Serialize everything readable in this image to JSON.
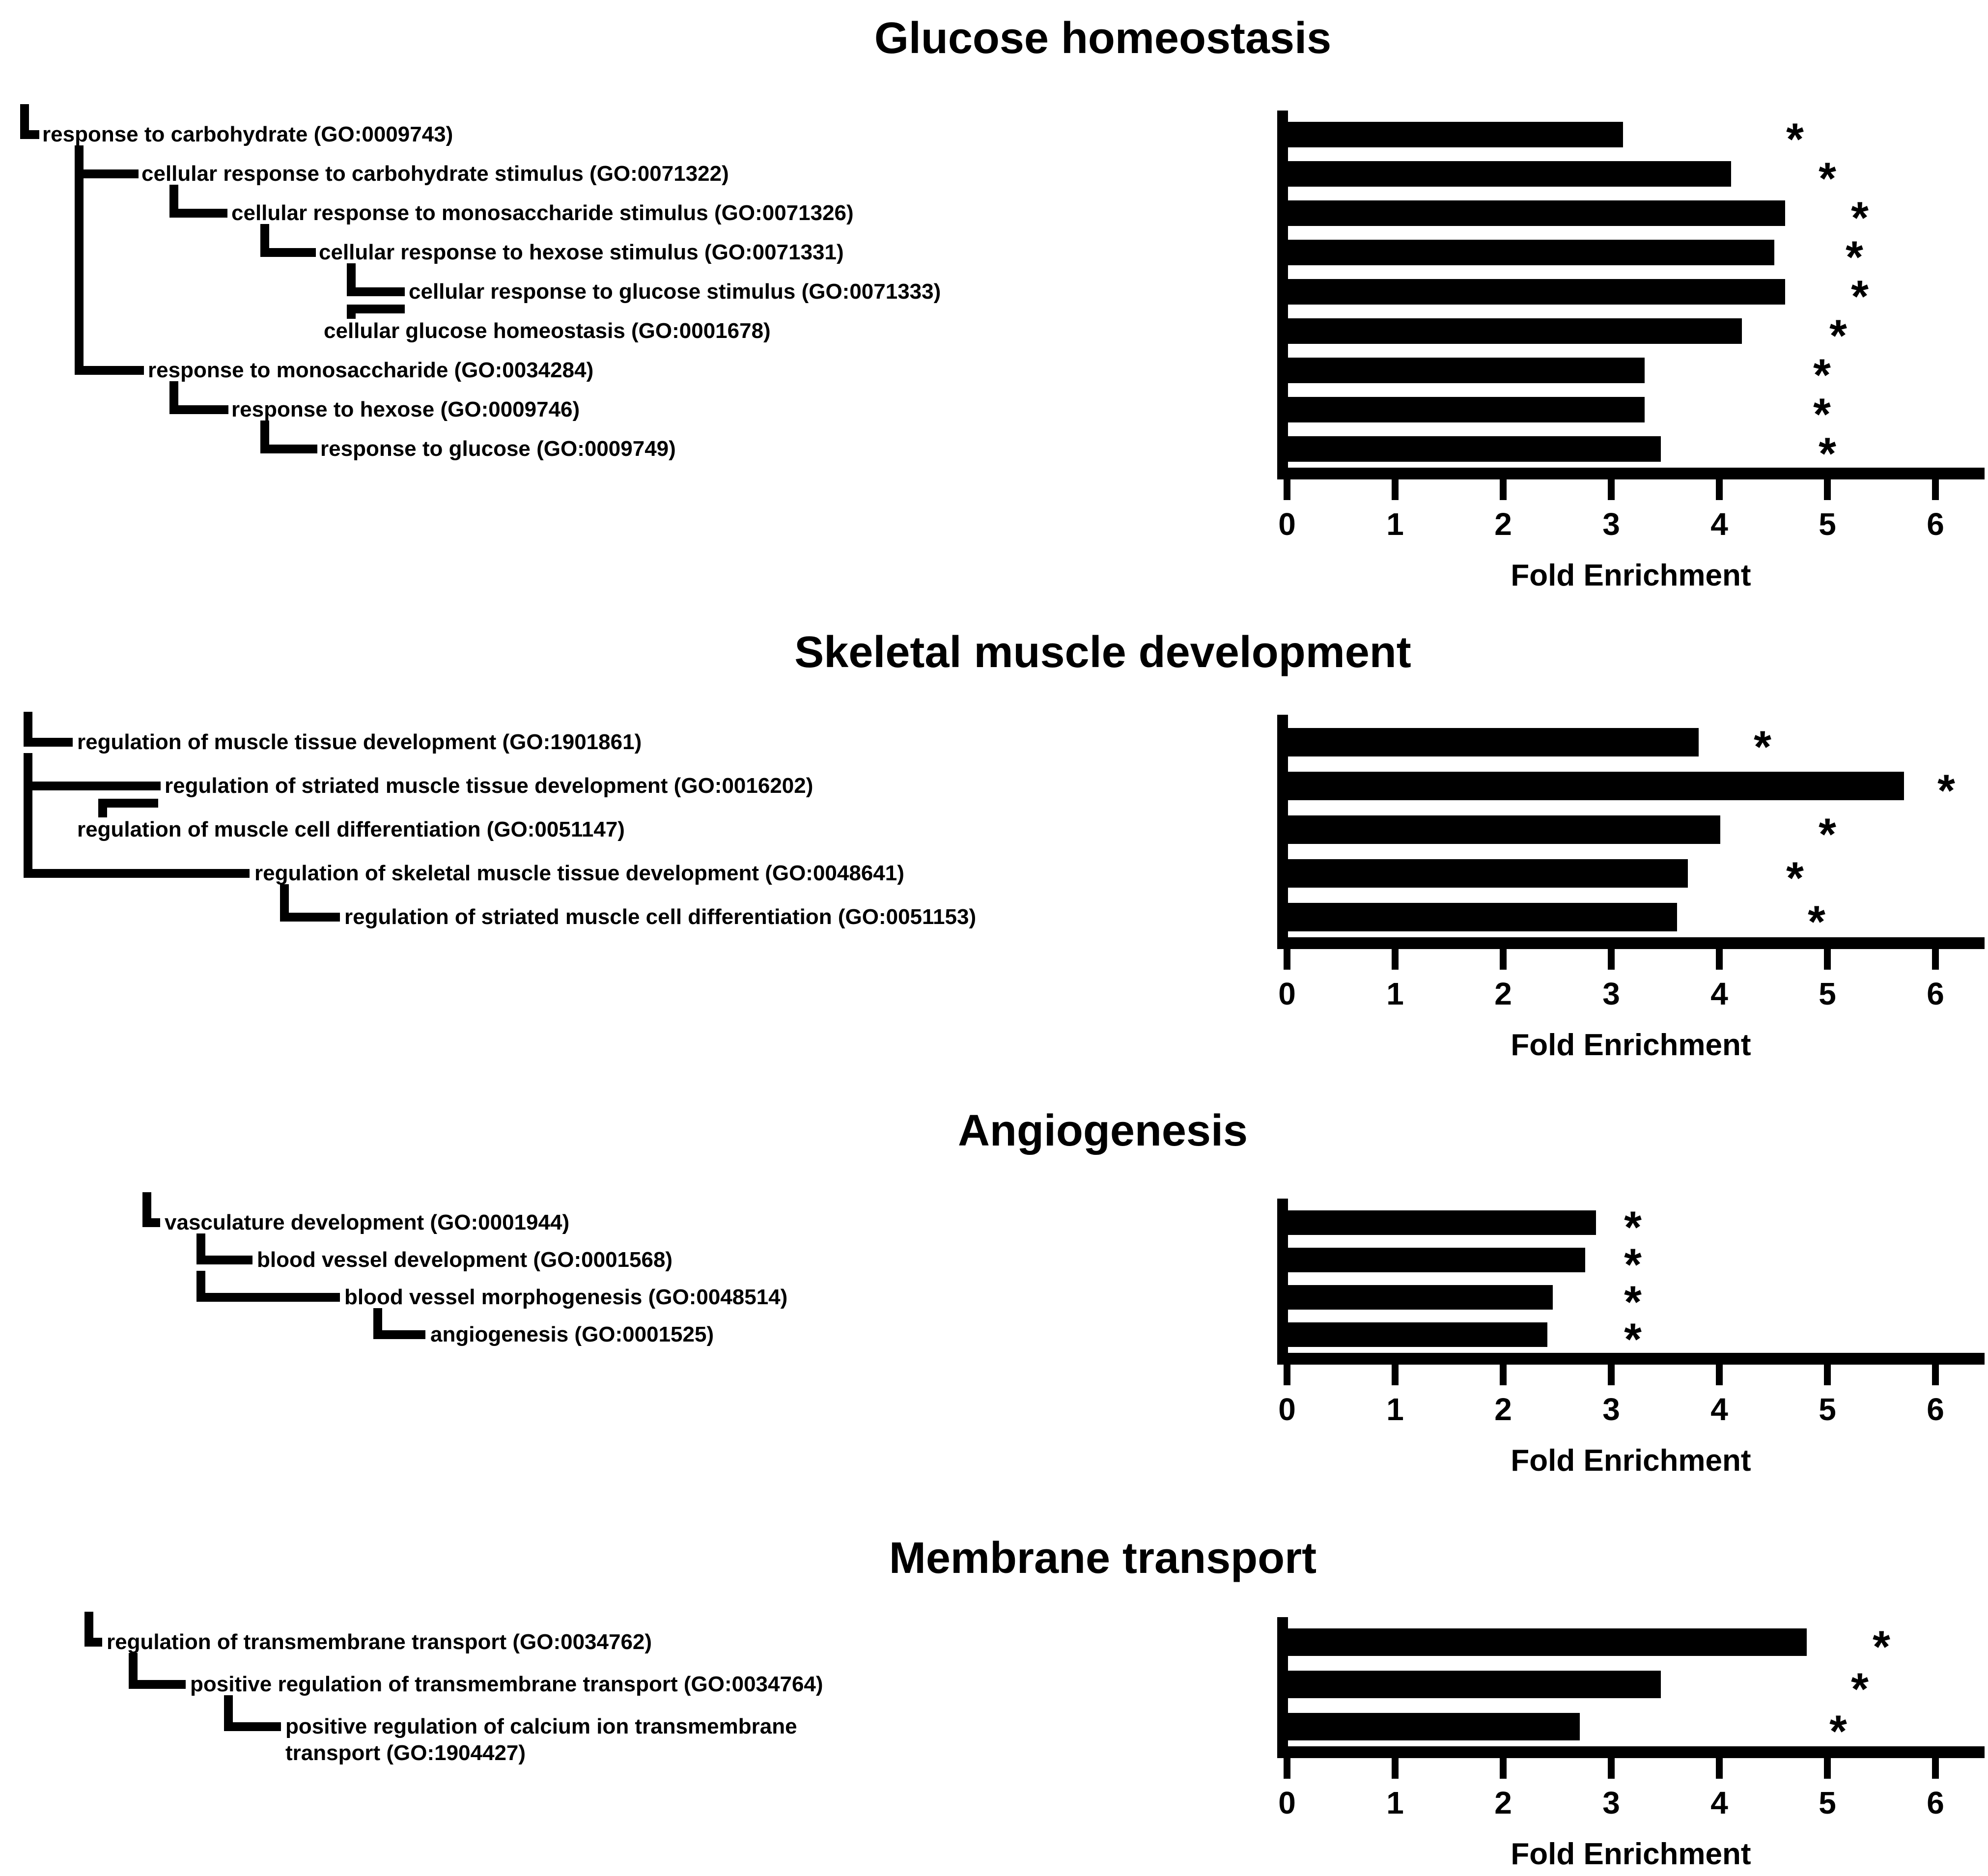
{
  "figure": {
    "background_color": "#ffffff",
    "ink_color": "#000000",
    "significance_marker": "*"
  },
  "chart_data": [
    {
      "type": "bar",
      "orientation": "horizontal",
      "title": "Glucose homeostasis",
      "xlabel": "Fold Enrichment",
      "xlim": [
        0,
        6.5
      ],
      "xticks": [
        0,
        1,
        2,
        3,
        4,
        5,
        6
      ],
      "grid": false,
      "bar_color": "#000000",
      "categories": [
        "response to carbohydrate (GO:0009743)",
        "cellular response to carbohydrate stimulus (GO:0071322)",
        "cellular response to monosaccharide stimulus (GO:0071326)",
        "cellular response to hexose stimulus (GO:0071331)",
        "cellular response to glucose stimulus (GO:0071333)",
        "cellular glucose homeostasis (GO:0001678)",
        "response to monosaccharide (GO:0034284)",
        "response to hexose (GO:0009746)",
        "response to glucose (GO:0009749)"
      ],
      "values": [
        3.1,
        4.1,
        4.6,
        4.5,
        4.6,
        4.2,
        3.3,
        3.3,
        3.45
      ],
      "significance": [
        "*",
        "*",
        "*",
        "*",
        "*",
        "*",
        "*",
        "*",
        "*"
      ],
      "sig_x": [
        4.7,
        5.0,
        5.3,
        5.25,
        5.3,
        5.1,
        4.95,
        4.95,
        5.0
      ],
      "tree": {
        "label_x": [
          86,
          288,
          471,
          649,
          832,
          659,
          301,
          471,
          652
        ],
        "links": [
          {
            "from": "root",
            "to": 0,
            "vx": 41,
            "hx2": 80
          },
          {
            "from": 0,
            "to": 1,
            "vx": 152,
            "hx2": 282
          },
          {
            "from": 1,
            "to": 2,
            "vx": 345,
            "hx2": 463
          },
          {
            "from": 2,
            "to": 3,
            "vx": 530,
            "hx2": 643
          },
          {
            "from": 3,
            "to": 4,
            "vx": 706,
            "hx2": 824
          },
          {
            "type": "up",
            "parent": 4,
            "child": 5,
            "vx": 706,
            "stub_x2": 824
          },
          {
            "from": 0,
            "to": 6,
            "vx": 152,
            "hx2": 293
          },
          {
            "from": 6,
            "to": 7,
            "vx": 345,
            "hx2": 465
          },
          {
            "from": 7,
            "to": 8,
            "vx": 530,
            "hx2": 646
          }
        ]
      }
    },
    {
      "type": "bar",
      "orientation": "horizontal",
      "title": "Skeletal muscle development",
      "xlabel": "Fold Enrichment",
      "xlim": [
        0,
        6.5
      ],
      "xticks": [
        0,
        1,
        2,
        3,
        4,
        5,
        6
      ],
      "grid": false,
      "bar_color": "#000000",
      "categories": [
        "regulation of muscle tissue development (GO:1901861)",
        "regulation of striated muscle tissue development (GO:0016202)",
        "regulation of muscle cell differentiation (GO:0051147)",
        "regulation of skeletal muscle tissue development (GO:0048641)",
        "regulation of striated muscle cell differentiation (GO:0051153)"
      ],
      "values": [
        3.8,
        5.7,
        4.0,
        3.7,
        3.6
      ],
      "significance": [
        "*",
        "*",
        "*",
        "*",
        "*"
      ],
      "sig_x": [
        4.4,
        6.1,
        5.0,
        4.7,
        4.9
      ],
      "tree": {
        "label_x": [
          157,
          335,
          157,
          518,
          701
        ],
        "links": [
          {
            "from": "root",
            "to": 0,
            "vx": 48,
            "hx2": 148
          },
          {
            "from": 0,
            "to": 1,
            "vx": 48,
            "hx2": 327
          },
          {
            "from": 0,
            "to": 3,
            "vx": 48,
            "hx2": 508
          },
          {
            "type": "up",
            "parent": 1,
            "child": 2,
            "vx": 200,
            "stub_x2": 322
          },
          {
            "from": 3,
            "to": 4,
            "vx": 570,
            "hx2": 692
          }
        ]
      }
    },
    {
      "type": "bar",
      "orientation": "horizontal",
      "title": "Angiogenesis",
      "xlabel": "Fold Enrichment",
      "xlim": [
        0,
        6.5
      ],
      "xticks": [
        0,
        1,
        2,
        3,
        4,
        5,
        6
      ],
      "grid": false,
      "bar_color": "#000000",
      "categories": [
        "vasculature development (GO:0001944)",
        "blood vessel development (GO:0001568)",
        "blood vessel morphogenesis (GO:0048514)",
        "angiogenesis (GO:0001525)"
      ],
      "values": [
        2.85,
        2.75,
        2.45,
        2.4
      ],
      "significance": [
        "*",
        "*",
        "*",
        "*"
      ],
      "sig_x": [
        3.2,
        3.2,
        3.2,
        3.2
      ],
      "tree": {
        "label_x": [
          335,
          523,
          701,
          876
        ],
        "links": [
          {
            "from": "root",
            "to": 0,
            "vx": 290,
            "hx2": 326
          },
          {
            "from": 0,
            "to": 1,
            "vx": 400,
            "hx2": 514
          },
          {
            "from": 1,
            "to": 2,
            "vx": 400,
            "hx2": 692
          },
          {
            "from": 2,
            "to": 3,
            "vx": 760,
            "hx2": 866
          }
        ]
      }
    },
    {
      "type": "bar",
      "orientation": "horizontal",
      "title": "Membrane transport",
      "xlabel": "Fold Enrichment",
      "xlim": [
        0,
        6.5
      ],
      "xticks": [
        0,
        1,
        2,
        3,
        4,
        5,
        6
      ],
      "grid": false,
      "bar_color": "#000000",
      "categories": [
        "regulation of transmembrane transport (GO:0034762)",
        "positive regulation of transmembrane transport (GO:0034764)",
        "positive regulation of calcium ion transmembrane transport (GO:1904427)"
      ],
      "display_lines": [
        [
          "regulation of transmembrane transport (GO:0034762)"
        ],
        [
          "positive regulation of transmembrane transport (GO:0034764)"
        ],
        [
          "positive regulation of calcium ion transmembrane",
          "transport (GO:1904427)"
        ]
      ],
      "values": [
        4.8,
        3.45,
        2.7
      ],
      "significance": [
        "*",
        "*",
        "*"
      ],
      "sig_x": [
        5.5,
        5.3,
        5.1
      ],
      "tree": {
        "label_x": [
          217,
          387,
          581
        ],
        "links": [
          {
            "from": "root",
            "to": 0,
            "vx": 172,
            "hx2": 208
          },
          {
            "from": 0,
            "to": 1,
            "vx": 262,
            "hx2": 378
          },
          {
            "from": 1,
            "to": 2,
            "vx": 456,
            "hx2": 572
          }
        ]
      }
    }
  ]
}
